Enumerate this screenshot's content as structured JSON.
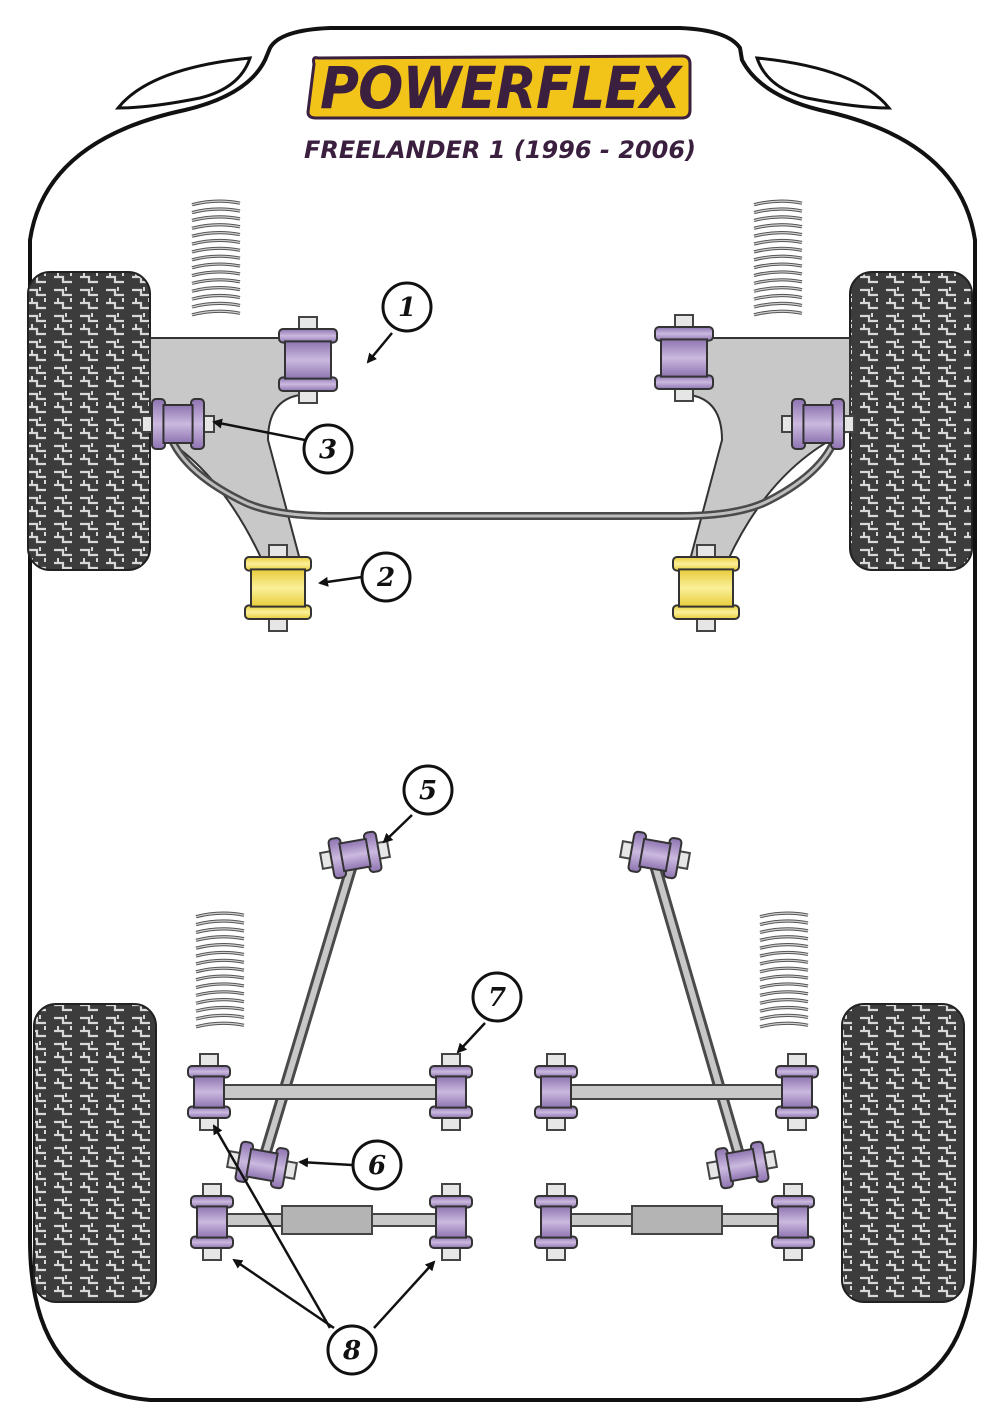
{
  "brand": {
    "logo_text": "POWERFLEX",
    "subtitle": "FREELANDER 1 (1996 - 2006)"
  },
  "callouts": {
    "c1": "1",
    "c2": "2",
    "c3": "3",
    "c5": "5",
    "c6": "6",
    "c7": "7",
    "c8": "8"
  },
  "colors": {
    "logo_yellow": "#f2c318",
    "logo_text": "#3a1f3f",
    "bush_purple": "#b6a0cc",
    "bush_yellow": "#f8e66c",
    "arm_grey": "#c8c8c8",
    "tyre_dark": "#3c3c3c"
  }
}
